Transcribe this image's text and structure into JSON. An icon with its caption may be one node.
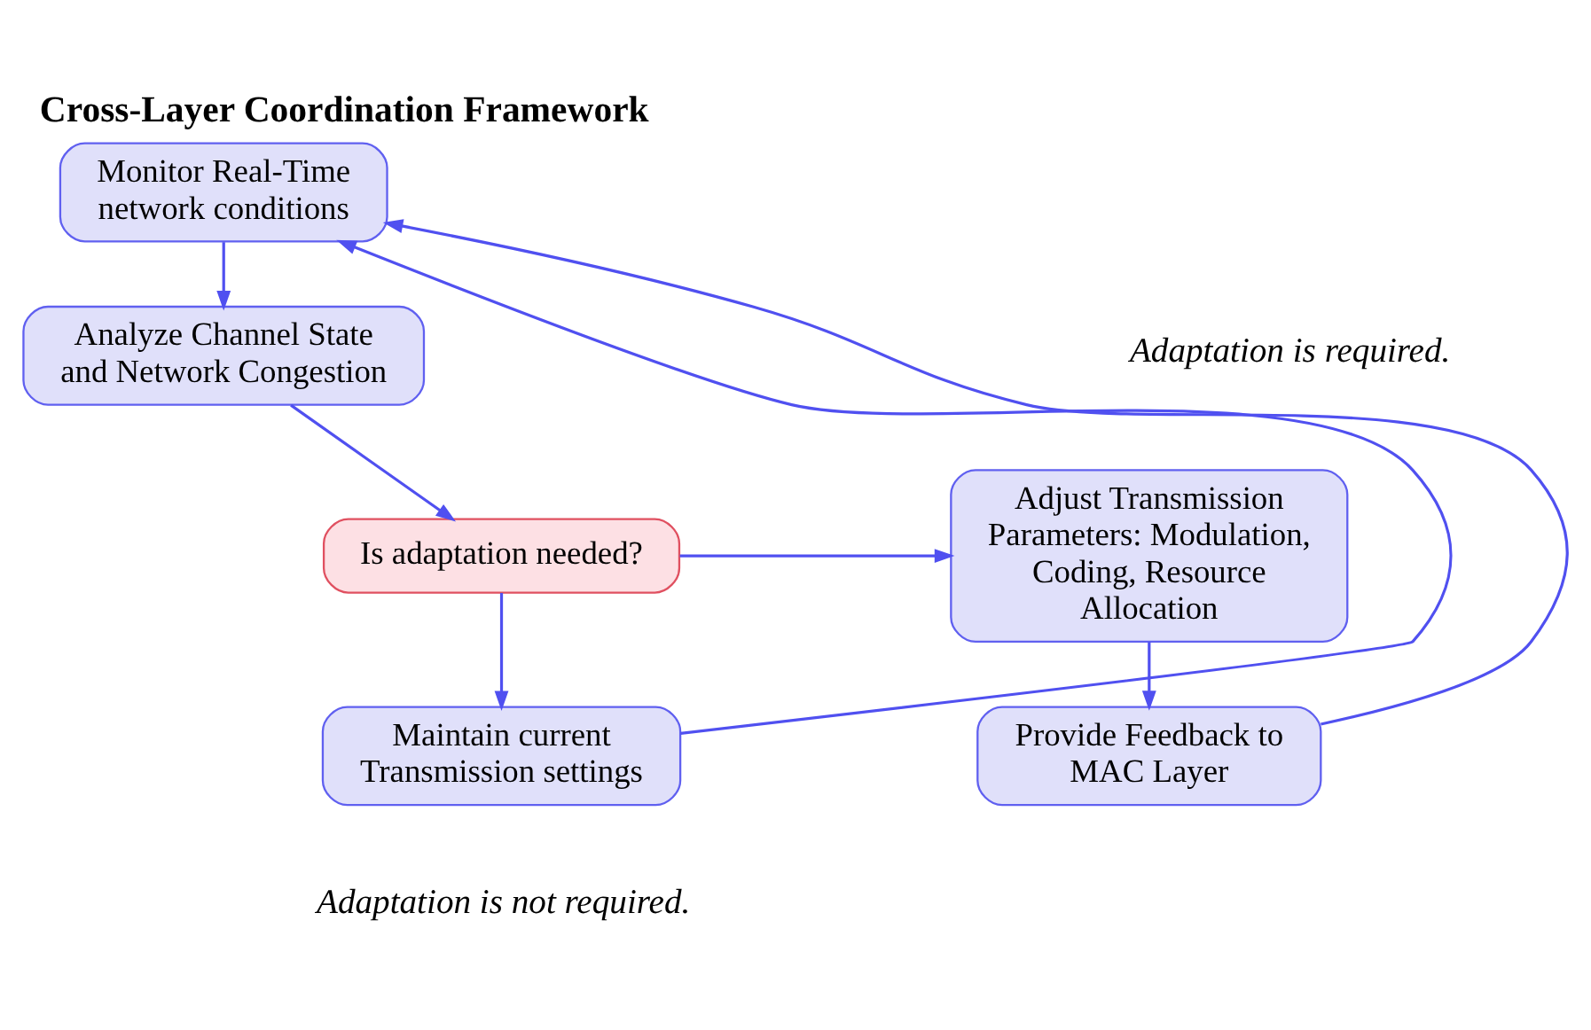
{
  "diagram": {
    "title": "Cross-Layer Coordination Framework",
    "nodes": [
      {
        "text": [
          "Monitor Real-Time network conditions"
        ]
      },
      {
        "text": [
          "Analyze Channel State and Network Congestion"
        ]
      },
      {
        "text": [
          "Is adaptation needed?"
        ]
      },
      {
        "text": [
          "Adjust Transmission Parameters: Modulation, Coding, Resource Allocation"
        ]
      },
      {
        "text": [
          "Maintain current Transmission settings"
        ]
      },
      {
        "text": [
          "Provide Feedback to MAC Layer"
        ]
      }
    ],
    "edges": [
      {
        "from": 0,
        "to": 1,
        "arrow": "to"
      },
      {
        "from": 1,
        "to": 2,
        "arrow": "to"
      },
      {
        "from": 2,
        "to": 3,
        "arrow": "to"
      },
      {
        "from": 2,
        "to": 4,
        "arrow": "to"
      },
      {
        "from": 3,
        "to": 5,
        "arrow": "to"
      },
      {
        "from": 5,
        "to": 0,
        "arrow": "to"
      },
      {
        "from": 4,
        "to": 0,
        "arrow": "to"
      }
    ],
    "labels": [
      "Adaptation is required.",
      "Adaptation is not required."
    ]
  }
}
